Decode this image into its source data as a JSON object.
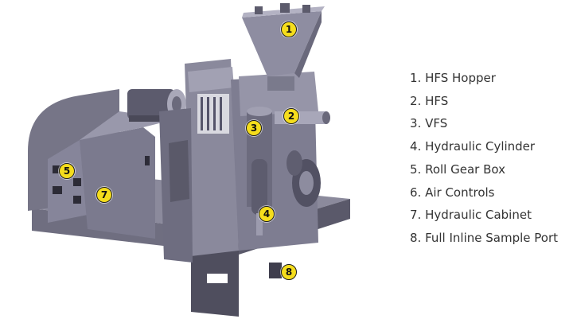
{
  "diagram": {
    "colors": {
      "callout_fill": "#f5dd1c",
      "callout_stroke": "#1b1b1b",
      "machine_body": "#7c7b8c",
      "machine_light": "#a4a3b4",
      "machine_dark": "#4a4958",
      "label_text": "#333333"
    },
    "callouts": [
      "1",
      "2",
      "3",
      "4",
      "5",
      "7",
      "8"
    ],
    "legend": [
      "1. HFS Hopper",
      "2. HFS",
      "3. VFS",
      "4. Hydraulic Cylinder",
      "5. Roll Gear Box",
      "6. Air Controls",
      "7. Hydraulic Cabinet",
      "8. Full Inline Sample Port"
    ]
  }
}
